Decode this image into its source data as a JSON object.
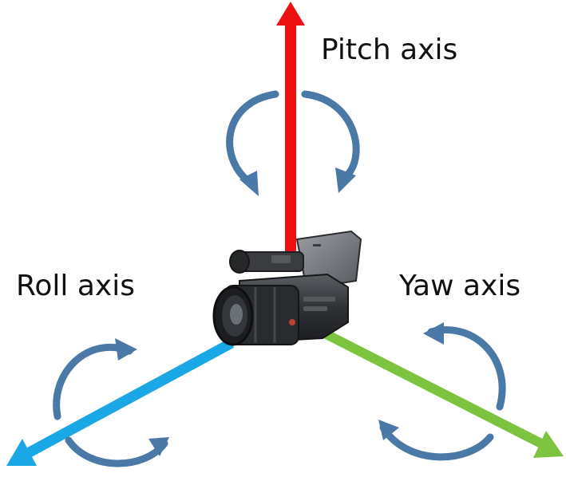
{
  "labels": {
    "pitch": "Pitch axis",
    "roll": "Roll axis",
    "yaw": "Yaw axis"
  },
  "colors": {
    "pitch_axis": "#ee1111",
    "roll_axis": "#1aa7e6",
    "yaw_axis": "#7cc43f",
    "rotation_arrows": "#4a79a8",
    "camera_body": "#2b2d30"
  },
  "icons": {
    "device": "camcorder-icon",
    "rotation": "curved-rotation-arrow-icon"
  }
}
